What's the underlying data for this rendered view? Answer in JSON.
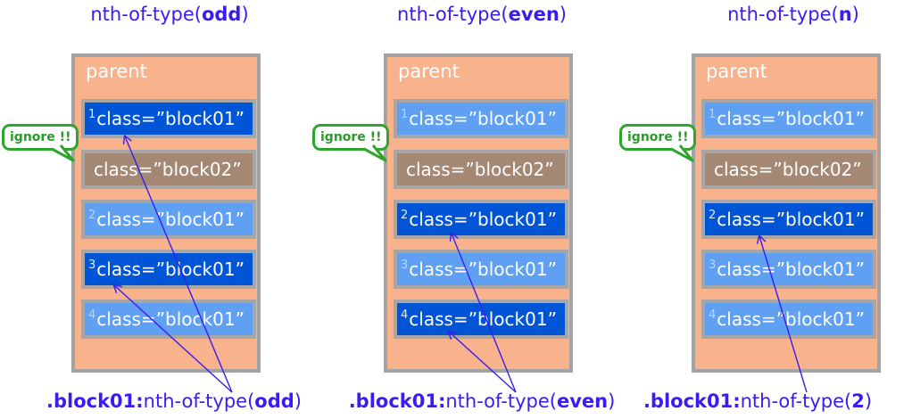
{
  "panels": [
    {
      "title_pre": "nth-of-type(",
      "title_arg": "odd",
      "title_post": ")",
      "parent_label": "parent",
      "ignore_label": "ignore !!",
      "blocks": [
        {
          "num": "1",
          "text": "class=”block01”",
          "style": "dark"
        },
        {
          "num": "",
          "text": "class=”block02”",
          "style": "brown"
        },
        {
          "num": "2",
          "text": "class=”block01”",
          "style": "light"
        },
        {
          "num": "3",
          "text": "class=”block01”",
          "style": "dark"
        },
        {
          "num": "4",
          "text": "class=”block01”",
          "style": "light"
        }
      ],
      "selector_class": ".block01:",
      "selector_pre": "nth-of-type(",
      "selector_arg": "odd",
      "selector_post": ")"
    },
    {
      "title_pre": "nth-of-type(",
      "title_arg": "even",
      "title_post": ")",
      "parent_label": "parent",
      "ignore_label": "ignore !!",
      "blocks": [
        {
          "num": "1",
          "text": "class=”block01”",
          "style": "light"
        },
        {
          "num": "",
          "text": "class=”block02”",
          "style": "brown"
        },
        {
          "num": "2",
          "text": "class=”block01”",
          "style": "dark"
        },
        {
          "num": "3",
          "text": "class=”block01”",
          "style": "light"
        },
        {
          "num": "4",
          "text": "class=”block01”",
          "style": "dark"
        }
      ],
      "selector_class": ".block01:",
      "selector_pre": "nth-of-type(",
      "selector_arg": "even",
      "selector_post": ")"
    },
    {
      "title_pre": "nth-of-type(",
      "title_arg": "n",
      "title_post": ")",
      "parent_label": "parent",
      "ignore_label": "ignore !!",
      "blocks": [
        {
          "num": "1",
          "text": "class=”block01”",
          "style": "light"
        },
        {
          "num": "",
          "text": "class=”block02”",
          "style": "brown"
        },
        {
          "num": "2",
          "text": "class=”block01”",
          "style": "dark"
        },
        {
          "num": "3",
          "text": "class=”block01”",
          "style": "light"
        },
        {
          "num": "4",
          "text": "class=”block01”",
          "style": "light"
        }
      ],
      "selector_class": ".block01:",
      "selector_pre": "nth-of-type(",
      "selector_arg": "2",
      "selector_post": ")"
    }
  ],
  "colors": {
    "accent_text": "#3a1cf2",
    "parent_fill": "#f8b28c",
    "border_gray": "#a3a3a3",
    "block_light": "#5fa0f3",
    "block_dark": "#0055d6",
    "block_brown": "#a48873",
    "ignore_green": "#2fa52f"
  }
}
